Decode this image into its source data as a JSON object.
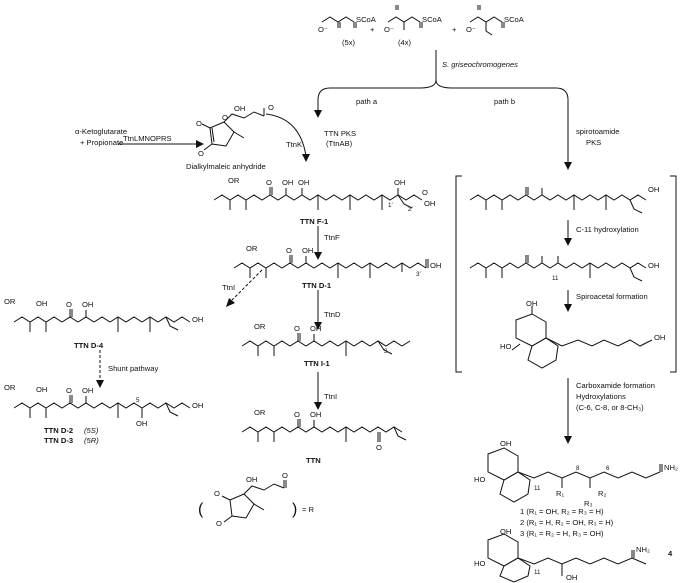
{
  "precursors": {
    "malonyl": {
      "count": "(5x)",
      "atoms": {
        "o_minus": "O⁻",
        "scoa": "SCoA"
      }
    },
    "methylmalonyl": {
      "count": "(4x)",
      "atoms": {
        "o_minus": "O⁻",
        "scoa": "SCoA"
      }
    },
    "ethylmalonyl": {
      "atoms": {
        "o_minus": "O⁻",
        "scoa": "SCoA"
      }
    },
    "plus": "+"
  },
  "organism": "S. griseochromogenes",
  "paths": {
    "a": "path a",
    "b": "path b"
  },
  "left_precursors": {
    "line1": "α-Ketoglutarate",
    "line2": "+ Propionate"
  },
  "enzymes": {
    "ttnlmnoprs": "TtnLMNOPRS",
    "ttnk": "TtnK",
    "ttn_pks_1": "TTN PKS",
    "ttn_pks_2": "(TtnAB)",
    "ttnf": "TtnF",
    "ttnd": "TtnD",
    "ttni": "TtnI",
    "ttni_shunt": "TtnI",
    "spiro_pks_1": "spirotoamide",
    "spiro_pks_2": "PKS"
  },
  "anhydride_name": "Dialkylmaleic anhydride",
  "compounds": {
    "ttn_f1": "TTN F-1",
    "ttn_d1": "TTN D-1",
    "ttn_i1": "TTN I-1",
    "ttn": "TTN",
    "ttn_d4": "TTN D-4",
    "ttn_d2": "TTN D-2",
    "ttn_d2_stereo": "(5S)",
    "ttn_d3": "TTN D-3",
    "ttn_d3_stereo": "(5R)"
  },
  "shunt": "Shunt pathway",
  "steps": {
    "c11": "C-11 hydroxylation",
    "spiro": "Spiroacetal formation",
    "carbox": "Carboxamide formation",
    "hydrox": "Hydroxylations",
    "hydrox_sites": "(C-6, C-8, or 8-CH₃)"
  },
  "compound_list": [
    "1 (R₁ = OH, R₂ = R₃ = H)",
    "2 (R₁ = H, R₂ = OH, R₃ = H)",
    "3 (R₁ = R₂ = H, R₃ = OH)"
  ],
  "compound_4": "4",
  "atoms": {
    "or": "OR",
    "oh": "OH",
    "o": "O",
    "ho": "HO",
    "nh2": "NH₂",
    "r1": "R₁",
    "r2": "R₂",
    "r3": "R₃",
    "c1": "1′",
    "c2": "2′",
    "c3": "3′",
    "n3": "3",
    "n5": "5",
    "n6": "6",
    "n8": "8",
    "n11": "11",
    "eq_r": "= R",
    "lp": "(",
    "rp": ")"
  },
  "colors": {
    "ink": "#111111",
    "background": "#ffffff"
  }
}
